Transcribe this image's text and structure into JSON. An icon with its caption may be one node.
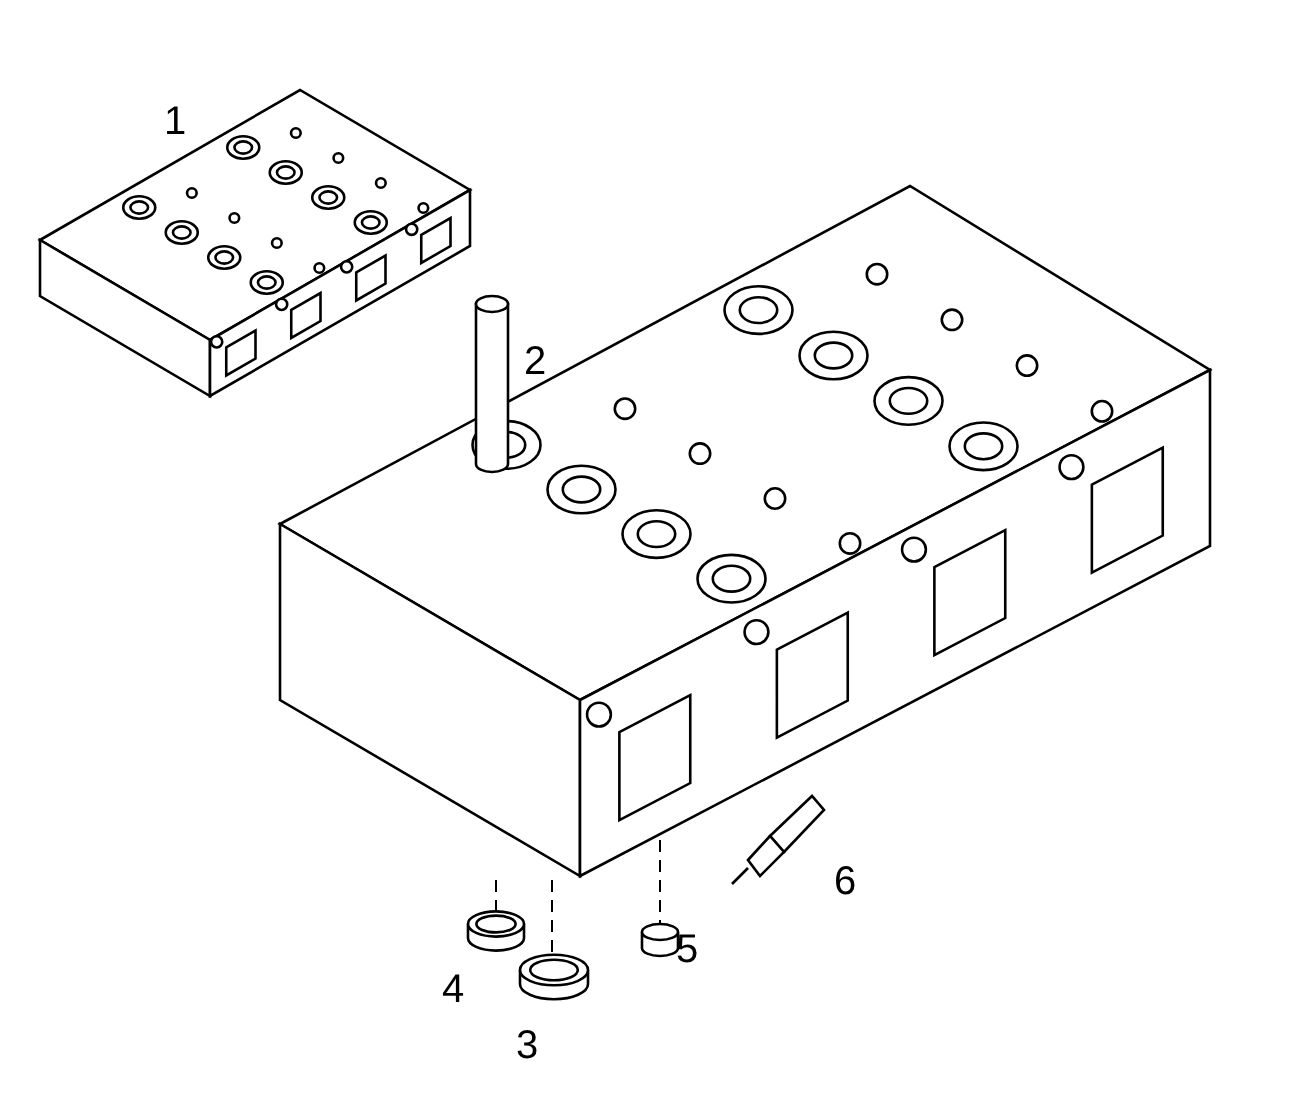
{
  "diagram": {
    "labels": [
      "1",
      "2",
      "3",
      "4",
      "5",
      "6"
    ]
  }
}
